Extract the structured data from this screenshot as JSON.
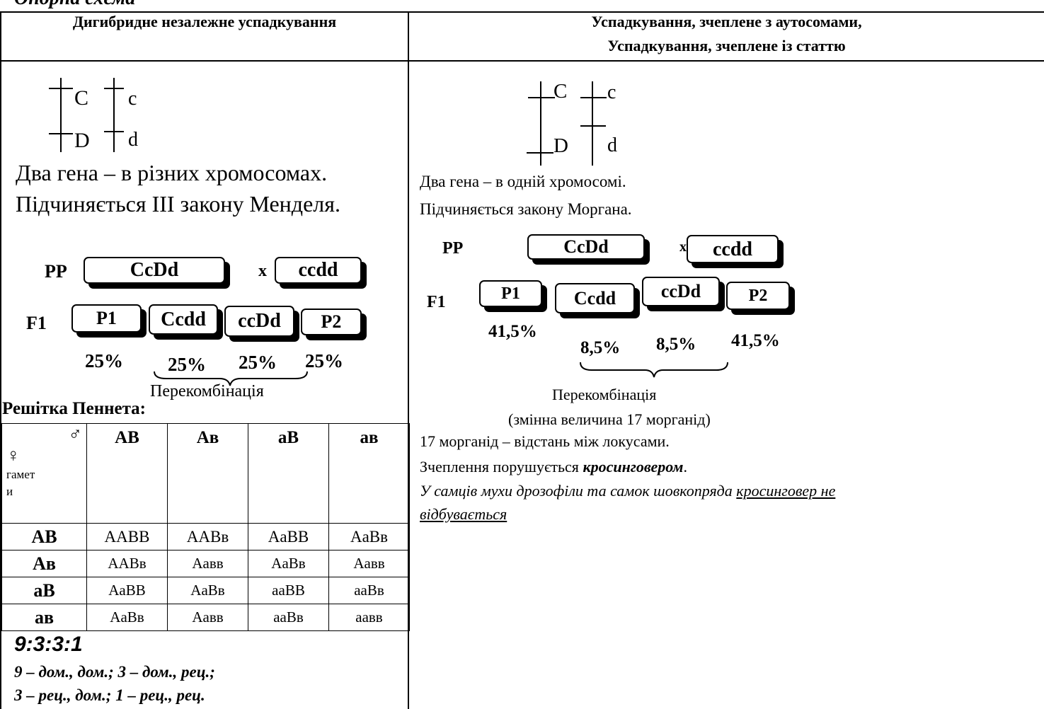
{
  "page_header": "Опорна схема",
  "headers": {
    "left": "Дигибридне незалежне успадкування",
    "right_line1": "Успадкування, зчеплене з аутосомами,",
    "right_line2": "Успадкування, зчеплене із статтю"
  },
  "left": {
    "chromosomes": {
      "c1_top": "C",
      "c1_bot": "D",
      "c2_top": "c",
      "c2_bot": "d"
    },
    "desc1": "Два гена – в різних хромосомах.",
    "desc2": "Підчиняється ІІІ закону Менделя.",
    "pp_label": "PP",
    "parent1": "CcDd",
    "cross": "x",
    "parent2": "ccdd",
    "f1_label": "F1",
    "offspring": [
      "P1",
      "Ccdd",
      "ccDd",
      "P2"
    ],
    "percents": [
      "25%",
      "25%",
      "25%",
      "25%"
    ],
    "recomb": "Перекомбінація",
    "punnett_title": "Решітка Пеннета:",
    "punnett": {
      "male": "♂",
      "female": "♀",
      "gametes_line1": "гамет",
      "gametes_line2": "и",
      "col_headers": [
        "AB",
        "Aв",
        "aB",
        "aв"
      ],
      "rows": [
        {
          "header": "AB",
          "cells": [
            "AABB",
            "AABв",
            "AaBB",
            "AaBв"
          ]
        },
        {
          "header": "Aв",
          "cells": [
            "AABв",
            "Aaвв",
            "AaBв",
            "Aaвв"
          ]
        },
        {
          "header": "aB",
          "cells": [
            "AaBB",
            "AaBв",
            "aaBB",
            "aaBв"
          ]
        },
        {
          "header": "aв",
          "cells": [
            "AaBв",
            "Aaвв",
            "aaBв",
            "aaвв"
          ]
        }
      ]
    },
    "ratio": "9:3:3:1",
    "ratio_line1": "9 – дом., дом.; 3 – дом., рец.;",
    "ratio_line2": "3 – рец., дом.; 1 – рец., рец."
  },
  "right": {
    "chromosomes": {
      "c1_top": "C",
      "c1_bot": "D",
      "c2_top": "c",
      "c2_bot": "d"
    },
    "desc1": "Два гена – в одній хромосомі.",
    "desc2": "Підчиняється закону Моргана.",
    "pp_label": "PP",
    "parent1": "CcDd",
    "cross": "x",
    "parent2": "ccdd",
    "f1_label": "F1",
    "offspring": [
      "P1",
      "Ccdd",
      "ccDd",
      "P2"
    ],
    "percents": [
      "41,5%",
      "8,5%",
      "8,5%",
      "41,5%"
    ],
    "recomb": "Перекомбінація",
    "recomb_note": "(змінна величина 17 морганід)",
    "note1": "17 морганід – відстань між локусами.",
    "note2_pre": "Зчеплення порушується ",
    "note2_em": "кросинговером",
    "note2_post": ".",
    "note3_pre": "У самців мухи дрозофіли та самок шовкопряда ",
    "note3_u1": "кросинговер не",
    "note3_u2": "відбувається"
  }
}
